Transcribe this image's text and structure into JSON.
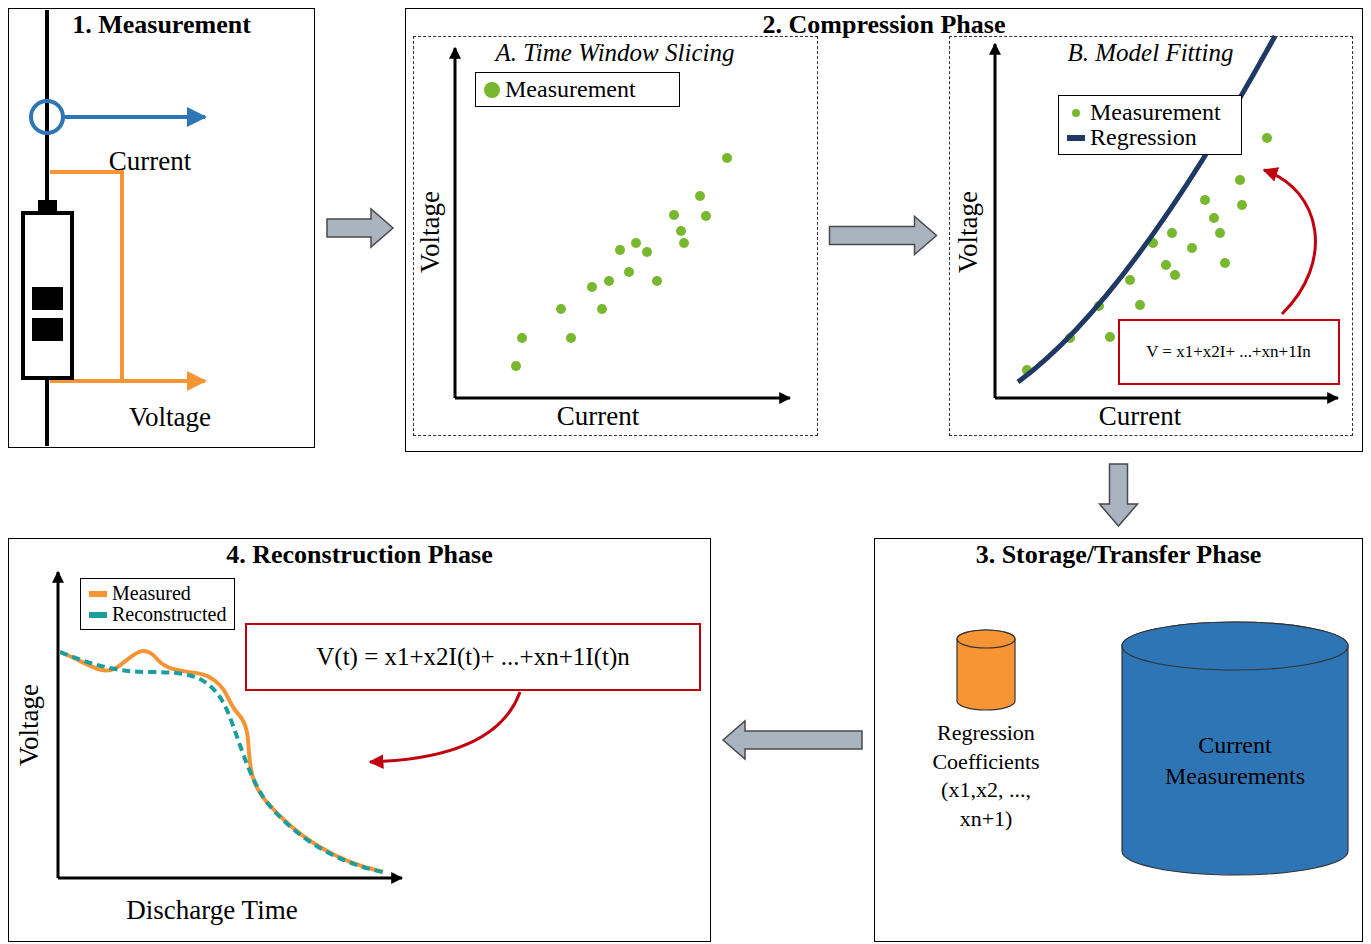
{
  "diagram": {
    "nodes": [
      {
        "text": [
          "1. Measurement"
        ]
      },
      {
        "text": [
          "2. Compression Phase"
        ]
      },
      {
        "text": [
          "A. Time Window Slicing"
        ],
        "in": 1
      },
      {
        "text": [
          "B. Model Fitting"
        ],
        "in": 1
      },
      {
        "text": [
          "V = x1+x2I+ ...+xn+1In"
        ],
        "in": 3
      },
      {
        "text": [
          "3. Storage/Transfer Phase"
        ]
      },
      {
        "text": [
          "Regression Coefficients (x1,x2, ..., xn+1)"
        ],
        "in": 5
      },
      {
        "text": [
          "Current Measurements"
        ],
        "in": 5
      },
      {
        "text": [
          "4. Reconstruction Phase"
        ]
      },
      {
        "text": [
          "V(t) = x1+x2I(t)+ ...+xn+1I(t)n"
        ],
        "in": 8
      }
    ],
    "edges": [
      {
        "from": 0,
        "to": 1,
        "arrow": "to"
      },
      {
        "from": 2,
        "to": 3,
        "arrow": "to"
      },
      {
        "from": 1,
        "to": 5,
        "arrow": "to"
      },
      {
        "from": 5,
        "to": 8,
        "arrow": "to"
      }
    ],
    "labels": [
      "Current",
      "Voltage",
      "Voltage",
      "Current",
      "Voltage",
      "Current",
      "Voltage",
      "Discharge Time"
    ],
    "legend": [
      {
        "text": "Measurement",
        "color": "#77b82e"
      },
      {
        "text": "Measurement",
        "color": "#77b82e"
      },
      {
        "text": "Regression",
        "color": "#1f3864"
      },
      {
        "text": "Measured",
        "color": "#f79433"
      },
      {
        "text": "Reconstructed",
        "color": "#1a9e9e"
      }
    ]
  }
}
